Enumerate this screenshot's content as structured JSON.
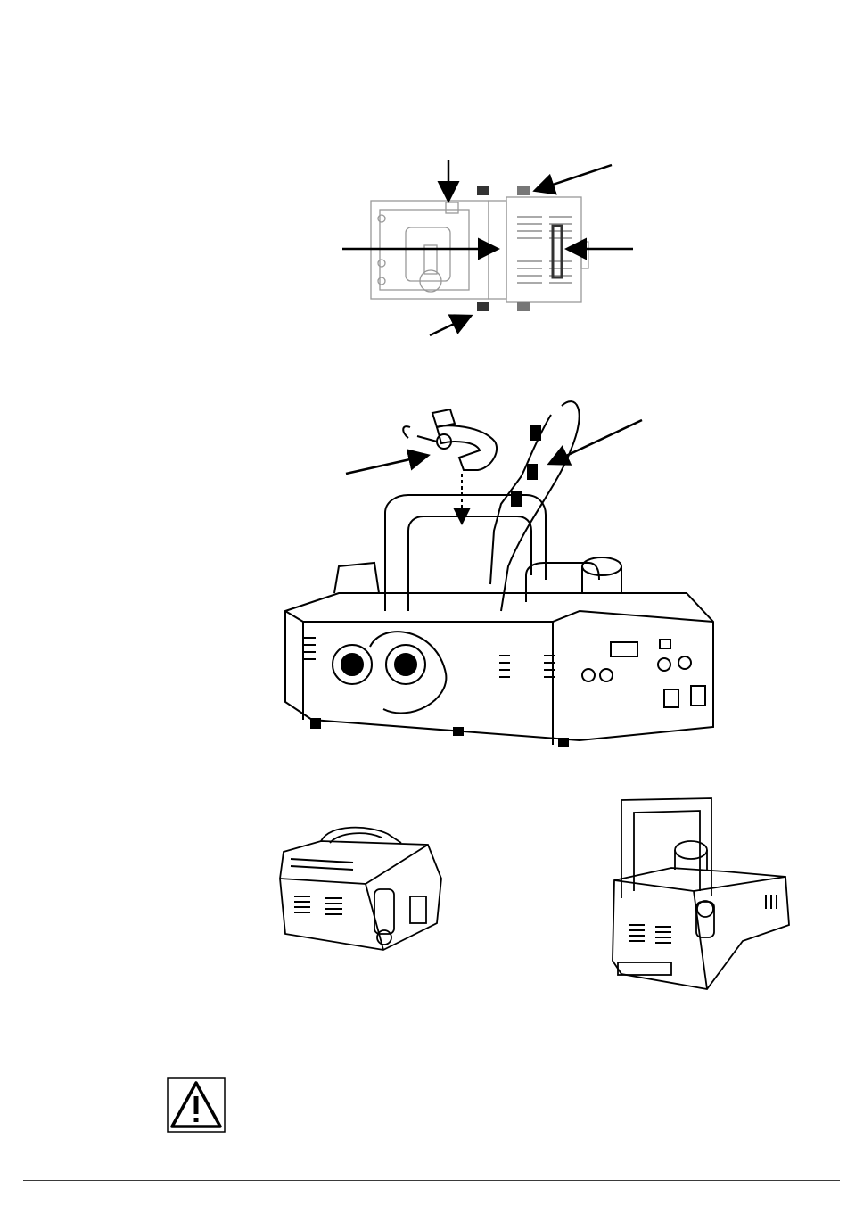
{
  "figures": [
    {
      "id": "top-view",
      "name": "fixture-top-view"
    },
    {
      "id": "clamp-mounting",
      "name": "clamp-and-safety-cable-mounting"
    },
    {
      "id": "floor-position",
      "name": "fixture-floor-position"
    },
    {
      "id": "upright-position",
      "name": "fixture-upright-position"
    }
  ],
  "colors": {
    "line": "#000000",
    "rule": "#3a3a3a",
    "link": "#2a4ad0"
  },
  "icons": {
    "warning": "warning-triangle-icon"
  }
}
